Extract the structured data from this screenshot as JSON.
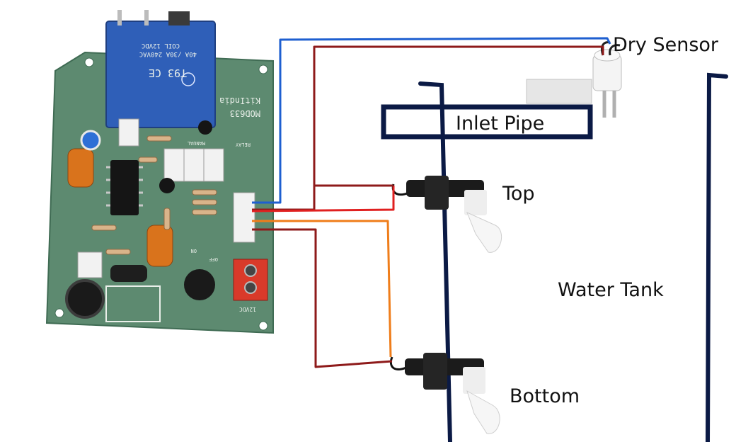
{
  "labels": {
    "dry_sensor": "Dry Sensor",
    "inlet_pipe": "Inlet Pipe",
    "top": "Top",
    "water_tank": "Water Tank",
    "bottom": "Bottom"
  },
  "board": {
    "relay_model": "T93 CE",
    "relay_rating": "40A /30A 240VAC",
    "relay_coil": "COIL 12VDC",
    "board_name": "MOD633",
    "brand": "KitIndia",
    "manual_marking": "MANUAL",
    "relay_marking": "RELAY",
    "off_marking": "OFF",
    "on_marking": "ON",
    "power_marking": "12VDC"
  },
  "colors": {
    "board": "#5d8a70",
    "relay": "#2f5fb8",
    "tank_outline": "#0b1a45",
    "wire_blue": "#1e5fd0",
    "wire_darkred": "#8e1a1a",
    "wire_red": "#e02020",
    "wire_orange": "#ef7d1a",
    "terminal_block": "#d93a2a"
  }
}
